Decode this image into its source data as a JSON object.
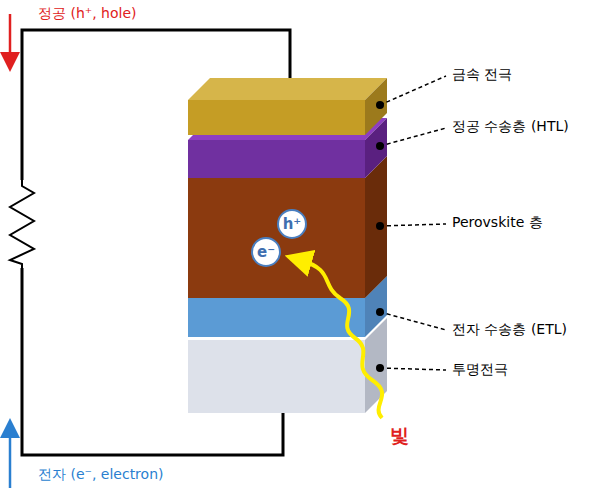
{
  "diagram": {
    "nodes": [
      {
        "text": [
          "h⁺"
        ]
      },
      {
        "text": [
          "e⁻"
        ]
      }
    ],
    "labels": [
      "정공 (h⁺, hole)",
      "금속 전극",
      "정공 수송층 (HTL)",
      "Perovskite 층",
      "전자 수송층 (ETL)",
      "투명전극",
      "빛",
      "전자 (e⁻, electron)"
    ]
  }
}
